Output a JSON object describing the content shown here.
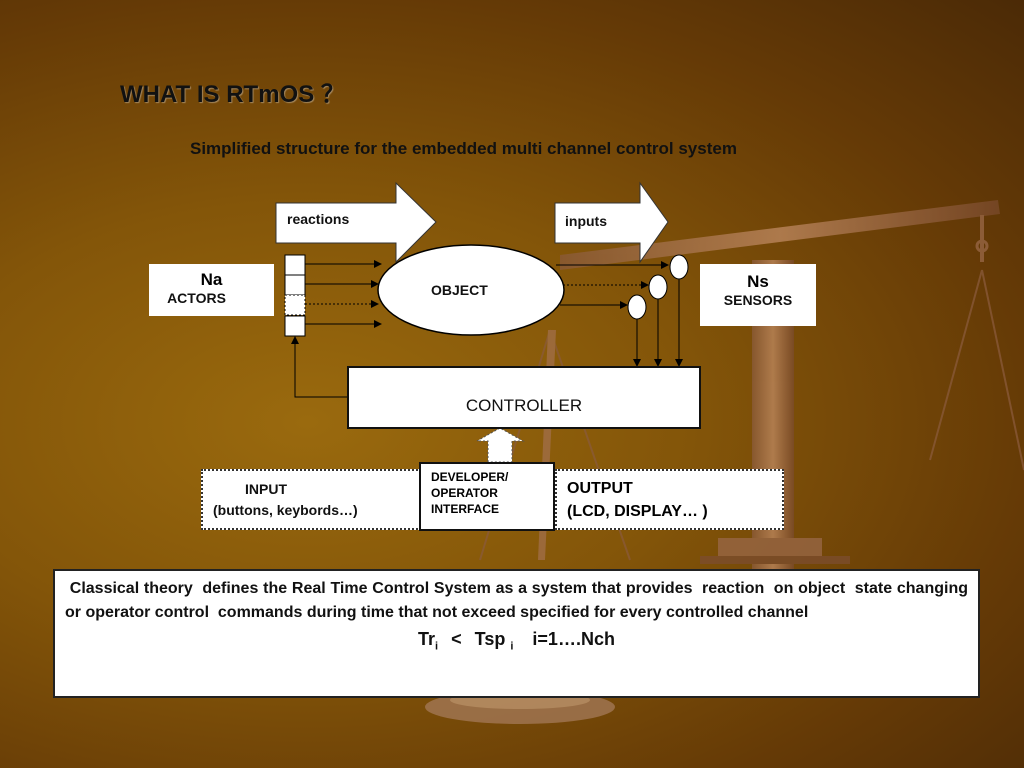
{
  "slide": {
    "title": "WHAT IS RTmOS ？",
    "subtitle": "Simplified  structure for the embedded multi channel control system"
  },
  "diagram": {
    "reactions_arrow": "reactions",
    "inputs_arrow": "inputs",
    "actors": {
      "line1": "Na",
      "line2": "ACTORS"
    },
    "object": "OBJECT",
    "sensors": {
      "line1": "Ns",
      "line2": "SENSORS"
    },
    "controller": "CONTROLLER",
    "input_box": {
      "line1": "INPUT",
      "line2": "(buttons, keybords…)"
    },
    "developer_box": {
      "line1": "DEVELOPER/",
      "line2": "OPERATOR",
      "line3": "INTERFACE"
    },
    "output_box": {
      "line1": "OUTPUT",
      "line2": "(LCD, DISPLAY… )"
    }
  },
  "note": {
    "text": " Classical theory  defines the Real Time Control System as a system that provides  reaction  on object  state changing or operator control  commands during time that not exceed specified for every controlled channel",
    "formula": {
      "tr": "Tr",
      "tr_sub": "i",
      "lt": "<",
      "tsp": "Tsp",
      "tsp_sub": "i",
      "range": "i=1….Nch"
    }
  },
  "colors": {
    "background": "#835509",
    "scale": "#b07a52",
    "box": "#ffffff",
    "ink": "#111111"
  }
}
